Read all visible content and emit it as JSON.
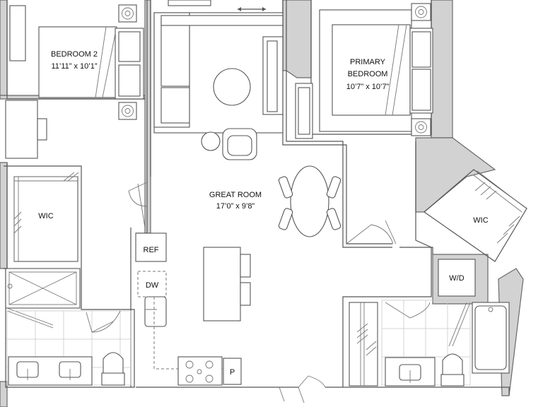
{
  "rooms": {
    "bedroom2": {
      "name": "BEDROOM 2",
      "dims": "11’11” x 10’1”"
    },
    "primary_bedroom": {
      "name_line1": "PRIMARY",
      "name_line2": "BEDROOM",
      "dims": "10’7” x 10’7”"
    },
    "great_room": {
      "name": "GREAT ROOM",
      "dims": "17’0” x 9’8”"
    },
    "wic_left": {
      "name": "WIC"
    },
    "wic_right": {
      "name": "WIC"
    }
  },
  "appliances": {
    "ref": "REF",
    "dw": "DW",
    "wd": "W/D",
    "pantry": "P"
  }
}
